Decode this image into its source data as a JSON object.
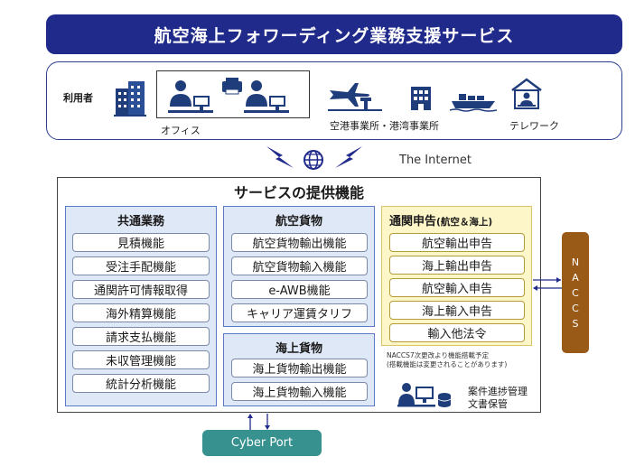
{
  "header": {
    "title": "航空海上フォワーディング業務支援サービス"
  },
  "users": {
    "label": "利用者",
    "office_caption": "オフィス",
    "airport_caption": "空港事業所・港湾事業所",
    "telework_caption": "テレワーク"
  },
  "internet": {
    "label": "The Internet"
  },
  "service": {
    "title": "サービスの提供機能",
    "common": {
      "title": "共通業務",
      "items": [
        "見積機能",
        "受注手配機能",
        "通関許可情報取得",
        "海外精算機能",
        "請求支払機能",
        "未収管理機能",
        "統計分析機能"
      ]
    },
    "air": {
      "title": "航空貨物",
      "items": [
        "航空貨物輸出機能",
        "航空貨物輸入機能",
        "e-AWB機能",
        "キャリア運賃タリフ"
      ]
    },
    "sea": {
      "title": "海上貨物",
      "items": [
        "海上貨物輸出機能",
        "海上貨物輸入機能"
      ]
    },
    "customs": {
      "title": "通関申告",
      "title_sub": "(航空＆海上)",
      "items": [
        "航空輸出申告",
        "海上輸出申告",
        "航空輸入申告",
        "海上輸入申告",
        "輸入他法令"
      ]
    },
    "naccs_note_line1": "NACCS7次更改より機能搭載予定",
    "naccs_note_line2": "(搭載機能は変更されることがあります)",
    "case_line1": "案件進捗管理",
    "case_line2": "文書保管"
  },
  "naccs": {
    "letters": [
      "N",
      "A",
      "C",
      "C",
      "S"
    ]
  },
  "cyber_port": {
    "label": "Cyber Port"
  },
  "colors": {
    "navy": "#1f2a8a",
    "panel_blue": "#dfe8f6",
    "panel_yellow": "#fdf6c9",
    "naccs_brown": "#9a5a17",
    "cyber_teal": "#37918e"
  }
}
